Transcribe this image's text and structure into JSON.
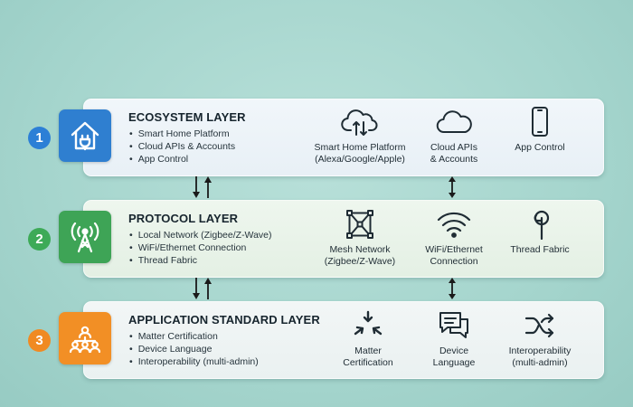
{
  "layers": [
    {
      "number": "1",
      "title": "ECOSYSTEM LAYER",
      "icon": "smart-home-plug-icon",
      "color": "#2f7fd0",
      "bullets": [
        "Smart Home Platform",
        "Cloud APIs & Accounts",
        "App Control"
      ],
      "items": [
        {
          "icon": "cloud-sync-icon",
          "label": "Smart Home Platform\n(Alexa/Google/Apple)"
        },
        {
          "icon": "cloud-icon",
          "label": "Cloud APIs\n& Accounts"
        },
        {
          "icon": "smartphone-icon",
          "label": "App Control"
        }
      ]
    },
    {
      "number": "2",
      "title": "PROTOCOL LAYER",
      "icon": "radio-tower-icon",
      "color": "#3ea456",
      "bullets": [
        "Local Network (Zigbee/Z-Wave)",
        "WiFi/Ethernet Connection",
        "Thread Fabric"
      ],
      "items": [
        {
          "icon": "mesh-network-icon",
          "label": "Mesh Network\n(Zigbee/Z-Wave)"
        },
        {
          "icon": "wifi-icon",
          "label": "WiFi/Ethernet\nConnection"
        },
        {
          "icon": "thread-icon",
          "label": "Thread Fabric"
        }
      ]
    },
    {
      "number": "3",
      "title": "APPLICATION STANDARD LAYER",
      "icon": "device-hierarchy-icon",
      "color": "#f28f25",
      "bullets": [
        "Matter Certification",
        "Device Language",
        "Interoperability (multi-admin)"
      ],
      "items": [
        {
          "icon": "matter-logo-icon",
          "label": "Matter\nCertification"
        },
        {
          "icon": "chat-bubbles-icon",
          "label": "Device\nLanguage"
        },
        {
          "icon": "shuffle-arrows-icon",
          "label": "Interoperability\n(multi-admin)"
        }
      ]
    }
  ]
}
